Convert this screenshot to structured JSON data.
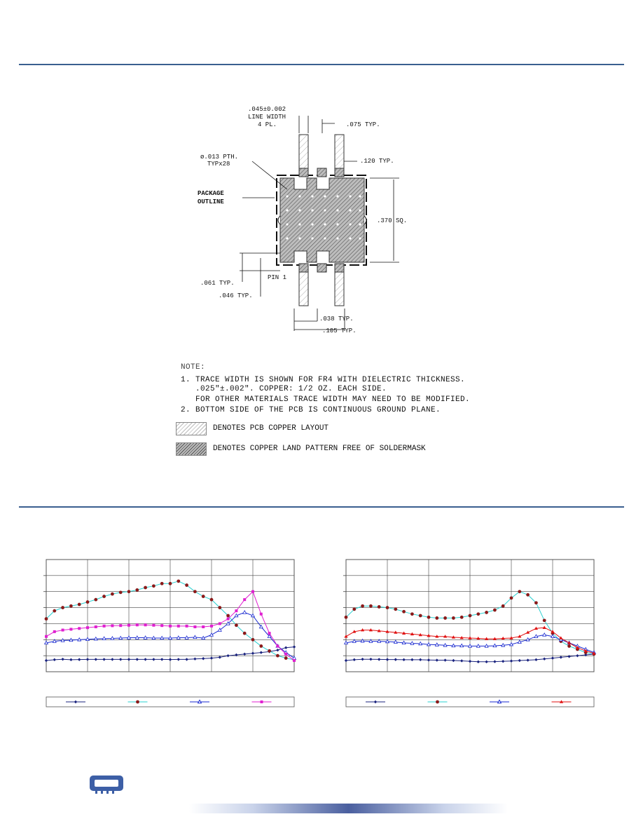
{
  "drawing": {
    "dims": {
      "line_width_1": ".045±0.002",
      "line_width_2": "LINE WIDTH",
      "line_width_3": "4 PL.",
      "typ_075": ".075 TYP.",
      "pth_1": "ø.013 PTH.",
      "pth_2": "TYPx28",
      "typ_120": ".120 TYP.",
      "pkg_1": "PACKAGE",
      "pkg_2": "OUTLINE",
      "sq_370": ".370 SQ.",
      "pin1": "PIN 1",
      "typ_061": ".061 TYP.",
      "typ_046": ".046 TYP.",
      "typ_038": ".038 TYP.",
      "typ_105": ".105 TYP."
    }
  },
  "notes": {
    "title": "NOTE:",
    "line1": "1. TRACE WIDTH IS SHOWN FOR FR4 WITH DIELECTRIC THICKNESS.",
    "line2": "   .025\"±.002\". COPPER: 1/2 OZ. EACH SIDE.",
    "line3": "   FOR OTHER MATERIALS TRACE WIDTH MAY NEED TO BE MODIFIED.",
    "line4": "2. BOTTOM SIDE OF THE PCB IS CONTINUOUS GROUND PLANE."
  },
  "legend": {
    "pcb_copper": "DENOTES PCB COPPER LAYOUT",
    "land_pattern": "DENOTES COPPER LAND PATTERN FREE OF SOLDERMASK"
  },
  "chart_data": [
    {
      "type": "line",
      "x": [
        0,
        0.2,
        0.4,
        0.6,
        0.8,
        1.0,
        1.2,
        1.4,
        1.6,
        1.8,
        2.0,
        2.2,
        2.4,
        2.6,
        2.8,
        3.0,
        3.2,
        3.4,
        3.6,
        3.8,
        4.0,
        4.2,
        4.4,
        4.6,
        4.8,
        5.0,
        5.2,
        5.4,
        5.6,
        5.8,
        6.0
      ],
      "xlim": [
        0,
        6
      ],
      "ylim": [
        0,
        7
      ],
      "series": [
        {
          "color": "#1a237e",
          "marker": "diamond",
          "values": [
            0.7,
            0.75,
            0.78,
            0.75,
            0.76,
            0.77,
            0.77,
            0.77,
            0.77,
            0.77,
            0.77,
            0.77,
            0.77,
            0.77,
            0.77,
            0.76,
            0.77,
            0.77,
            0.8,
            0.82,
            0.85,
            0.9,
            1.0,
            1.05,
            1.1,
            1.15,
            1.2,
            1.25,
            1.35,
            1.5,
            1.55
          ]
        },
        {
          "color": "#8b1a1a",
          "line": "#2ad0d0",
          "marker": "circle",
          "values": [
            3.3,
            3.8,
            4.0,
            4.1,
            4.2,
            4.35,
            4.5,
            4.7,
            4.85,
            4.95,
            5.0,
            5.1,
            5.25,
            5.35,
            5.5,
            5.5,
            5.65,
            5.4,
            5.0,
            4.7,
            4.5,
            4.0,
            3.5,
            2.9,
            2.4,
            2.0,
            1.6,
            1.3,
            1.0,
            0.85,
            0.75
          ]
        },
        {
          "color": "#1a2ad0",
          "marker": "triangle",
          "values": [
            1.8,
            1.9,
            1.95,
            1.97,
            2.0,
            2.02,
            2.05,
            2.07,
            2.08,
            2.1,
            2.12,
            2.12,
            2.12,
            2.1,
            2.1,
            2.1,
            2.12,
            2.12,
            2.15,
            2.1,
            2.3,
            2.6,
            3.0,
            3.5,
            3.7,
            3.5,
            2.8,
            2.2,
            1.6,
            1.2,
            0.85
          ]
        },
        {
          "color": "#e020d0",
          "marker": "square",
          "values": [
            2.2,
            2.5,
            2.6,
            2.65,
            2.7,
            2.75,
            2.8,
            2.85,
            2.87,
            2.88,
            2.9,
            2.92,
            2.92,
            2.9,
            2.88,
            2.85,
            2.85,
            2.85,
            2.8,
            2.8,
            2.85,
            3.0,
            3.3,
            3.8,
            4.5,
            5.0,
            3.6,
            2.4,
            1.6,
            1.1,
            0.7
          ]
        }
      ]
    },
    {
      "type": "line",
      "x": [
        0,
        0.2,
        0.4,
        0.6,
        0.8,
        1.0,
        1.2,
        1.4,
        1.6,
        1.8,
        2.0,
        2.2,
        2.4,
        2.6,
        2.8,
        3.0,
        3.2,
        3.4,
        3.6,
        3.8,
        4.0,
        4.2,
        4.4,
        4.6,
        4.8,
        5.0,
        5.2,
        5.4,
        5.6,
        5.8,
        6.0
      ],
      "xlim": [
        0,
        6
      ],
      "ylim": [
        0,
        7
      ],
      "series": [
        {
          "color": "#1a237e",
          "marker": "diamond",
          "values": [
            0.7,
            0.75,
            0.78,
            0.78,
            0.77,
            0.76,
            0.76,
            0.75,
            0.75,
            0.75,
            0.73,
            0.72,
            0.72,
            0.7,
            0.68,
            0.65,
            0.62,
            0.62,
            0.63,
            0.65,
            0.67,
            0.7,
            0.72,
            0.75,
            0.8,
            0.85,
            0.9,
            0.95,
            1.0,
            1.05,
            1.1
          ]
        },
        {
          "color": "#8b1a1a",
          "line": "#2ad0d0",
          "marker": "circle",
          "values": [
            3.4,
            3.9,
            4.1,
            4.1,
            4.05,
            4.0,
            3.9,
            3.75,
            3.6,
            3.5,
            3.4,
            3.35,
            3.35,
            3.35,
            3.4,
            3.5,
            3.6,
            3.7,
            3.85,
            4.1,
            4.6,
            5.0,
            4.8,
            4.3,
            3.2,
            2.4,
            1.9,
            1.6,
            1.4,
            1.2,
            1.1
          ]
        },
        {
          "color": "#1a2ad0",
          "marker": "triangle",
          "values": [
            1.8,
            1.9,
            1.92,
            1.9,
            1.9,
            1.88,
            1.85,
            1.8,
            1.77,
            1.75,
            1.7,
            1.68,
            1.65,
            1.62,
            1.62,
            1.6,
            1.6,
            1.6,
            1.62,
            1.65,
            1.7,
            1.85,
            2.0,
            2.2,
            2.3,
            2.2,
            2.0,
            1.8,
            1.6,
            1.4,
            1.2
          ]
        },
        {
          "color": "#e01010",
          "marker": "triangle-filled",
          "values": [
            2.2,
            2.5,
            2.6,
            2.6,
            2.55,
            2.5,
            2.45,
            2.4,
            2.35,
            2.3,
            2.25,
            2.2,
            2.2,
            2.15,
            2.12,
            2.1,
            2.08,
            2.05,
            2.05,
            2.08,
            2.1,
            2.2,
            2.45,
            2.7,
            2.75,
            2.5,
            2.1,
            1.8,
            1.5,
            1.3,
            1.15
          ]
        }
      ]
    }
  ],
  "colors": {
    "rule": "#3a5f8f",
    "hatch_light": "#c8c8c8",
    "hatch_dark": "#6a6a6a",
    "logo": "#3d5fa6"
  },
  "logo": {
    "icon": "chip-icon"
  }
}
